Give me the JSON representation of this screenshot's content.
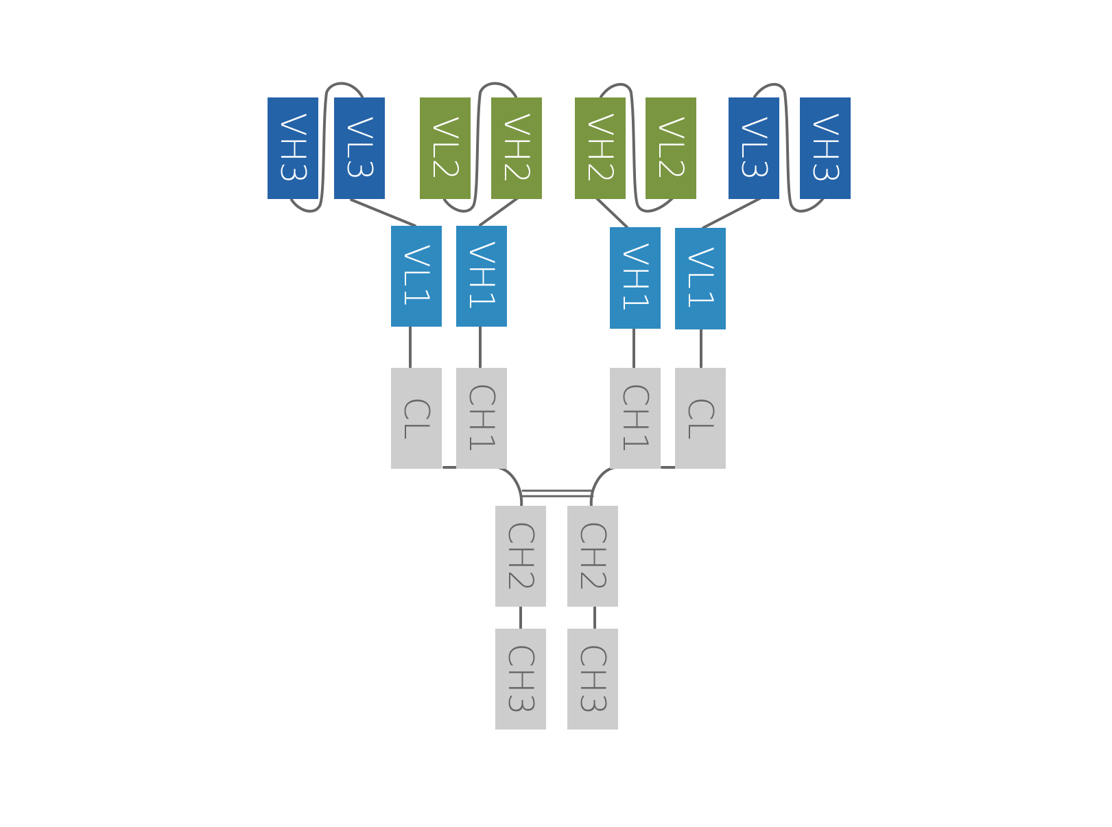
{
  "colors": {
    "dark_blue": "#2563a8",
    "green": "#7a9641",
    "light_blue": "#2f8ac0",
    "grey": "#cdcdcd",
    "label_light": "#ffffff",
    "label_dark": "#666666",
    "connector": "#666666"
  },
  "domains": [
    {
      "id": "vh3-left",
      "label": "VH3",
      "color": "dark_blue"
    },
    {
      "id": "vl3-left",
      "label": "VL3",
      "color": "dark_blue"
    },
    {
      "id": "vl2-left",
      "label": "VL2",
      "color": "green"
    },
    {
      "id": "vh2-left",
      "label": "VH2",
      "color": "green"
    },
    {
      "id": "vh2-right",
      "label": "VH2",
      "color": "green"
    },
    {
      "id": "vl2-right",
      "label": "VL2",
      "color": "green"
    },
    {
      "id": "vl3-right",
      "label": "VL3",
      "color": "dark_blue"
    },
    {
      "id": "vh3-right",
      "label": "VH3",
      "color": "dark_blue"
    },
    {
      "id": "vl1-left",
      "label": "VL1",
      "color": "light_blue"
    },
    {
      "id": "vh1-left",
      "label": "VH1",
      "color": "light_blue"
    },
    {
      "id": "vh1-right",
      "label": "VH1",
      "color": "light_blue"
    },
    {
      "id": "vl1-right",
      "label": "VL1",
      "color": "light_blue"
    },
    {
      "id": "cl-left",
      "label": "CL",
      "color": "grey"
    },
    {
      "id": "ch1-left",
      "label": "CH1",
      "color": "grey"
    },
    {
      "id": "ch1-right",
      "label": "CH1",
      "color": "grey"
    },
    {
      "id": "cl-right",
      "label": "CL",
      "color": "grey"
    },
    {
      "id": "ch2-left",
      "label": "CH2",
      "color": "grey"
    },
    {
      "id": "ch2-right",
      "label": "CH2",
      "color": "grey"
    },
    {
      "id": "ch3-left",
      "label": "CH3",
      "color": "grey"
    },
    {
      "id": "ch3-right",
      "label": "CH3",
      "color": "grey"
    }
  ]
}
